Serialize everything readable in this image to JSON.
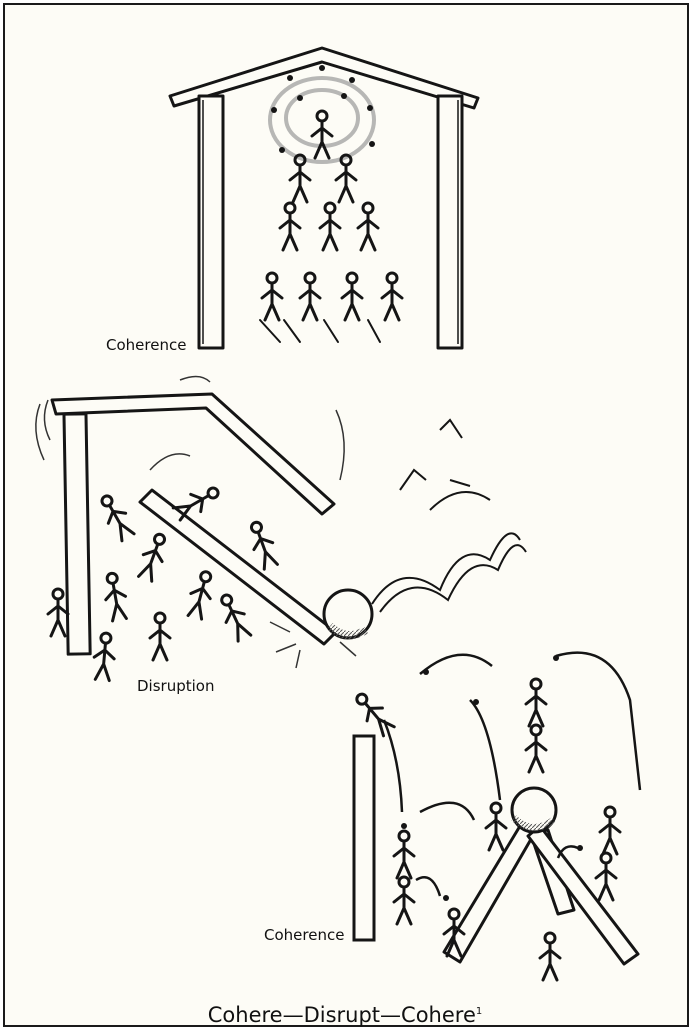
{
  "labels": {
    "top": "Coherence",
    "middle": "Disruption",
    "bottom": "Coherence"
  },
  "caption": {
    "text": "Cohere—Disrupt—Cohere",
    "footnote_mark": "1"
  },
  "colors": {
    "ink": "#151515",
    "paper": "#fdfcf6",
    "hatch": "#6d6d6d"
  }
}
